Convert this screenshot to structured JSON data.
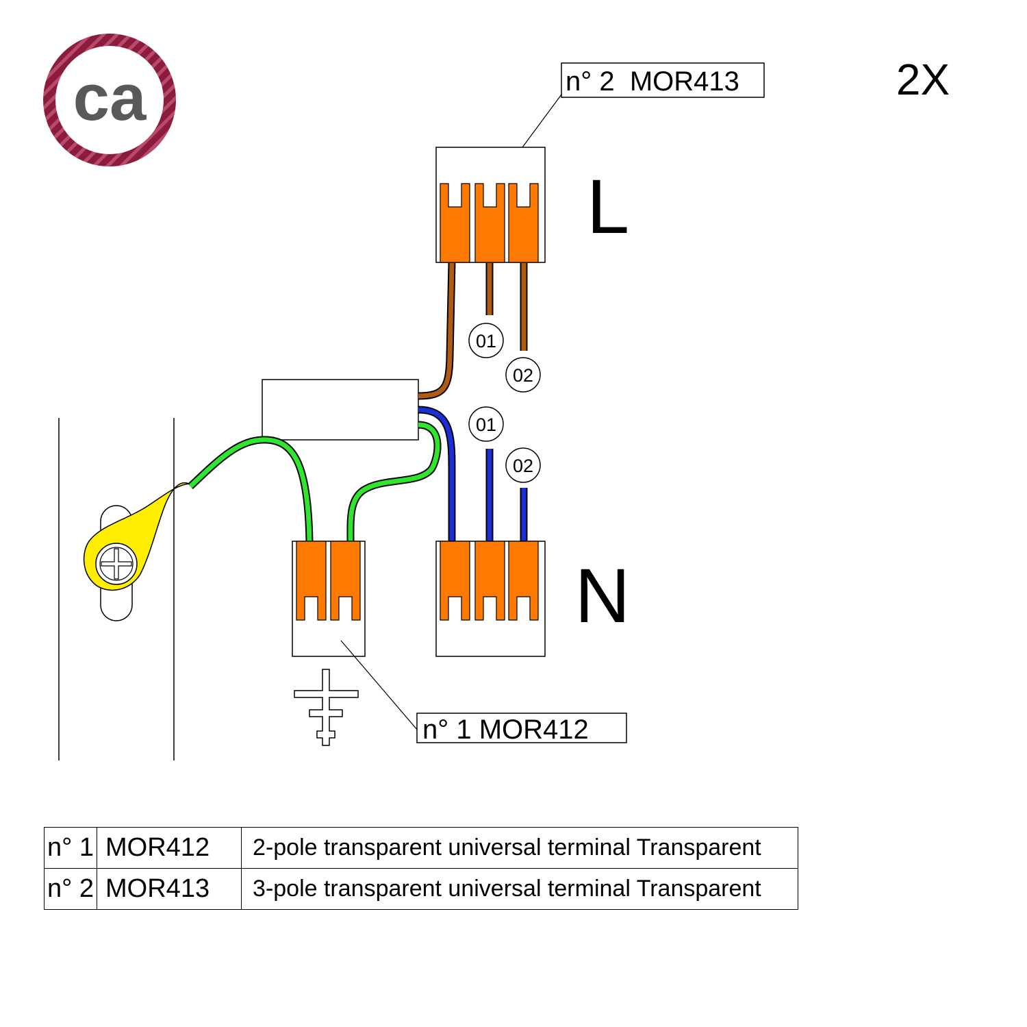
{
  "brand": {
    "logo_text": "ca",
    "rope_color": "#8c1c3c",
    "text_color": "#58595b"
  },
  "quantity": "2X",
  "callouts": {
    "top": "n° 2  MOR413",
    "bottom": "n° 1 MOR412"
  },
  "poles": {
    "line": "L",
    "neutral": "N"
  },
  "wire_tags": {
    "line_1": "01",
    "line_2": "02",
    "neutral_1": "01",
    "neutral_2": "02"
  },
  "colors": {
    "phase_wire": "#b05a12",
    "neutral_wire": "#1a2fd6",
    "earth_wire": "#2ee62e",
    "clamp_orange": "#ff7a00",
    "eyelet_yellow": "#ffee00"
  },
  "parts_table": [
    {
      "qty": "n° 1",
      "code": "MOR412",
      "description": "2-pole transparent universal terminal Transparent"
    },
    {
      "qty": "n° 2",
      "code": "MOR413",
      "description": "3-pole transparent universal terminal Transparent"
    }
  ]
}
